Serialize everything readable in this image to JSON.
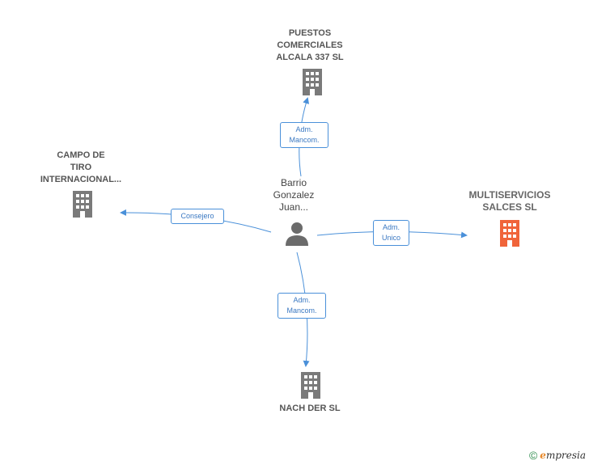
{
  "nodes": {
    "puestos": {
      "label": "PUESTOS\nCOMERCIALES\nALCALA 337  SL"
    },
    "campo": {
      "label": "CAMPO DE\nTIRO\nINTERNACIONAL..."
    },
    "multiservicios": {
      "label": "MULTISERVICIOS\nSALCES  SL"
    },
    "nachder": {
      "label": "NACH DER  SL"
    },
    "person": {
      "label": "Barrio\nGonzalez\nJuan..."
    }
  },
  "edges": {
    "puestos": {
      "label": "Adm.\nMancom."
    },
    "campo": {
      "label": "Consejero"
    },
    "multiservicios": {
      "label": "Adm.\nUnico"
    },
    "nachder": {
      "label": "Adm.\nMancom."
    }
  },
  "colors": {
    "edge": "#4a90d9",
    "company_icon": "#7a7a7a",
    "main_company_icon": "#f0643a",
    "person_icon": "#6b6b6b"
  },
  "footer": {
    "copyright": "©",
    "brand_first": "e",
    "brand_rest": "mpresia"
  }
}
